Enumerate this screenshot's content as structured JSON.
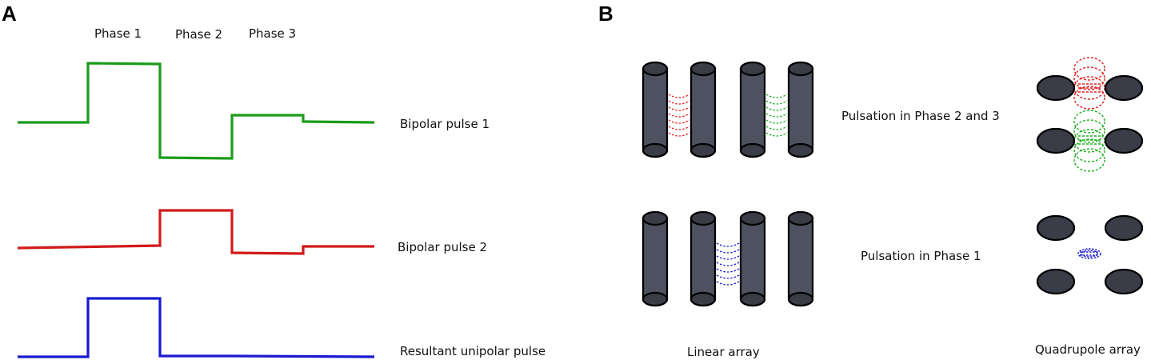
{
  "panel_a": {
    "letter": "A",
    "phase_labels": [
      "Phase 1",
      "Phase 2",
      "Phase 3"
    ],
    "waveforms": [
      {
        "label": "Bipolar pulse 1",
        "color": "#1a9b1a"
      },
      {
        "label": "Bipolar pulse 2",
        "color": "#d11a1a"
      },
      {
        "label": "Resultant unipolar pulse",
        "color": "#1a1ad1"
      }
    ]
  },
  "panel_b": {
    "letter": "B",
    "row_labels": [
      "Pulsation in Phase 2 and 3",
      "Pulsation in Phase 1"
    ],
    "bottom_labels": [
      "Linear array",
      "Quadrupole array"
    ],
    "field_colors": {
      "red": "#e02020",
      "green": "#20b020",
      "blue": "#2020d0"
    }
  }
}
